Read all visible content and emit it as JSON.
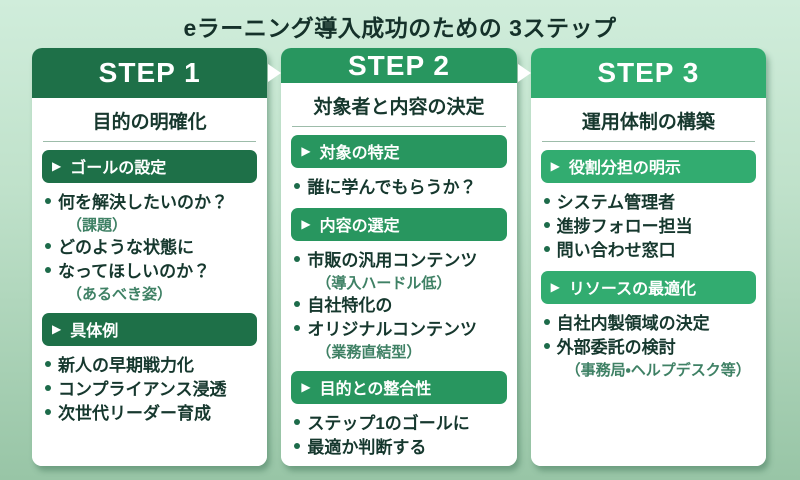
{
  "title": "eラーニング導入成功のための 3ステップ",
  "glyphs": {
    "banner_arrow": "▶"
  },
  "colors": {
    "background_top": "#d0eddb",
    "background_bottom": "#98c5a6",
    "step1_accent": "#1e7048",
    "step2_accent": "#28965f",
    "step3_accent": "#32ac70",
    "bullet_dot": "#1d6b4a",
    "card_bg": "#ffffff",
    "text_dark": "#16382e",
    "text_note": "#3f8165"
  },
  "steps": [
    {
      "header": "STEP 1",
      "title": "目的の明確化",
      "sections": [
        {
          "banner": "ゴールの設定",
          "items": [
            {
              "text": "何を解決したいのか？",
              "note": "（課題）"
            },
            {
              "text": "どのような状態に"
            },
            {
              "text": "なってほしいのか？",
              "note": "（あるべき姿）"
            }
          ]
        },
        {
          "banner": "具体例",
          "items": [
            {
              "text": "新人の早期戦力化"
            },
            {
              "text": "コンプライアンス浸透"
            },
            {
              "text": "次世代リーダー育成"
            }
          ]
        }
      ]
    },
    {
      "header": "STEP 2",
      "title": "対象者と内容の決定",
      "sections": [
        {
          "banner": "対象の特定",
          "items": [
            {
              "text": "誰に学んでもらうか？"
            }
          ]
        },
        {
          "banner": "内容の選定",
          "items": [
            {
              "text": "市販の汎用コンテンツ",
              "note": "（導入ハードル低）"
            },
            {
              "text": "自社特化の"
            },
            {
              "text": "オリジナルコンテンツ",
              "note": "（業務直結型）"
            }
          ]
        },
        {
          "banner": "目的との整合性",
          "items": [
            {
              "text": "ステップ1のゴールに"
            },
            {
              "text": "最適か判断する"
            }
          ]
        }
      ]
    },
    {
      "header": "STEP 3",
      "title": "運用体制の構築",
      "sections": [
        {
          "banner": "役割分担の明示",
          "items": [
            {
              "text": "システム管理者"
            },
            {
              "text": "進捗フォロー担当"
            },
            {
              "text": "問い合わせ窓口"
            }
          ]
        },
        {
          "banner": "リソースの最適化",
          "items": [
            {
              "text": "自社内製領域の決定"
            },
            {
              "text": "外部委託の検討",
              "note": "（事務局・ヘルプデスク等）"
            }
          ]
        }
      ]
    }
  ]
}
